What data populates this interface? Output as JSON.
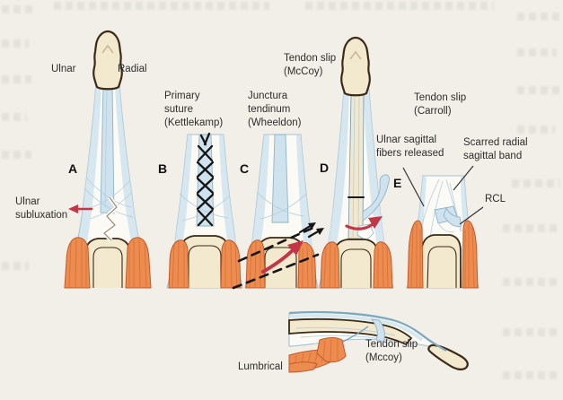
{
  "panels": [
    {
      "letter": "A",
      "top_label_left": "Ulnar",
      "top_label_right": "Radial",
      "annotation": "Ulnar\nsubluxation"
    },
    {
      "letter": "B",
      "label": "Primary\nsuture\n(Kettlekamp)"
    },
    {
      "letter": "C",
      "label": "Junctura\ntendinum\n(Wheeldon)"
    },
    {
      "letter": "D",
      "label": "Tendon slip\n(McCoy)"
    },
    {
      "letter": "E",
      "label": "Tendon slip\n(Carroll)",
      "annotation_ulnar": "Ulnar sagittal\nfibers released",
      "annotation_radial": "Scarred radial\nsagittal band",
      "annotation_rcl": "RCL"
    }
  ],
  "side_view": {
    "label_lumbrical": "Lumbrical",
    "label_tendon_slip": "Tendon slip\n(Mccoy)"
  },
  "colors": {
    "paper": "#f2efe8",
    "ink": "#2e2d2b",
    "tendon_light": "#cfe3ee",
    "tendon_stroke": "#8fb4c8",
    "bone": "#f3e9cf",
    "outline_dark": "#3a2a16",
    "muscle": "#ee8c4f",
    "red": "#c23747"
  }
}
